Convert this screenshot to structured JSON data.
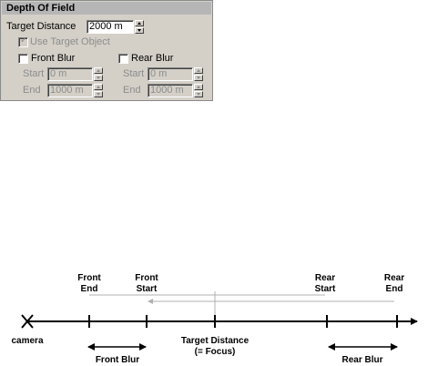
{
  "panel": {
    "title": "Depth Of Field",
    "target_distance_label": "Target Distance",
    "target_distance_value": "2000 m",
    "use_target_object_label": "Use Target Object",
    "front_blur_label": "Front Blur",
    "rear_blur_label": "Rear Blur",
    "front_start_label": "Start",
    "front_start_value": "0 m",
    "front_end_label": "End",
    "front_end_value": "1000 m",
    "rear_start_label": "Start",
    "rear_start_value": "0 m",
    "rear_end_label": "End",
    "rear_end_value": "1000 m"
  },
  "diagram": {
    "front_end": [
      "Front",
      "End"
    ],
    "front_start": [
      "Front",
      "Start"
    ],
    "rear_start": [
      "Rear",
      "Start"
    ],
    "rear_end": [
      "Rear",
      "End"
    ],
    "camera_label": "camera",
    "target_distance_label": "Target Distance",
    "focus_label": "(= Focus)",
    "front_blur_label": "Front Blur",
    "rear_blur_label": "Rear Blur"
  }
}
